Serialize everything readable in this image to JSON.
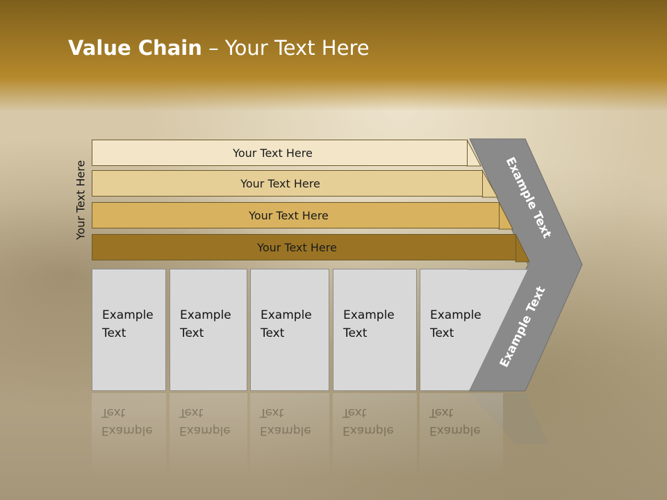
{
  "slide": {
    "title_bold": "Value Chain",
    "title_rest": " – Your Text Here"
  },
  "side_label": "Your Text Here",
  "bands": [
    {
      "label": "Your Text Here",
      "color": "#f2e5c8"
    },
    {
      "label": "Your Text Here",
      "color": "#e6cf97"
    },
    {
      "label": "Your Text Here",
      "color": "#d8b25e"
    },
    {
      "label": "Your Text Here",
      "color": "#9a7424"
    }
  ],
  "cells": [
    {
      "line1": "Example",
      "line2": "Text"
    },
    {
      "line1": "Example",
      "line2": "Text"
    },
    {
      "line1": "Example",
      "line2": "Text"
    },
    {
      "line1": "Example",
      "line2": "Text"
    },
    {
      "line1": "Example",
      "line2": "Text"
    }
  ],
  "chevron": {
    "upper_label": "Example Text",
    "lower_label": "Example Text",
    "color": "#8a8a8a"
  }
}
